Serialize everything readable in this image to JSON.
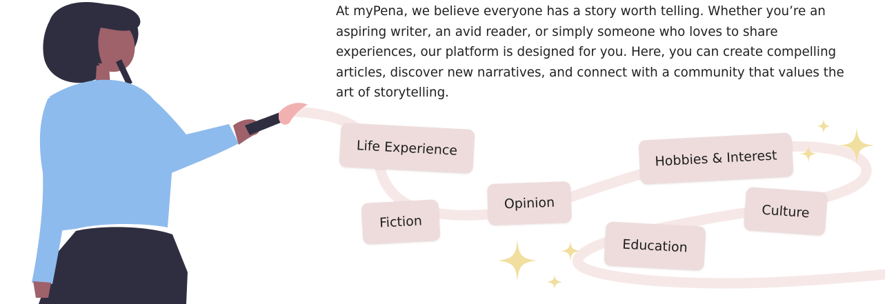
{
  "intro": {
    "text": "At myPena, we believe everyone has a story worth telling. Whether you’re an aspiring writer, an avid reader, or simply someone who loves to share experiences, our platform is designed for you. Here, you can create compelling articles, discover new narratives, and connect with a community that values the art of storytelling."
  },
  "tags": {
    "life_experience": "Life Experience",
    "fiction": "Fiction",
    "opinion": "Opinion",
    "hobbies_interest": "Hobbies & Interest",
    "culture": "Culture",
    "education": "Education"
  },
  "colors": {
    "tag_background": "#eedcdc",
    "ribbon": "#f7e8e8",
    "sparkle": "#f1dfa0",
    "shirt": "#8ebbee",
    "hair_skirt": "#2f2e41",
    "skin": "#9f616a",
    "brush_tip": "#f2b1b1"
  },
  "icons": {
    "illustration": "woman-painting-illustration",
    "sparkle": "sparkle-icon"
  }
}
